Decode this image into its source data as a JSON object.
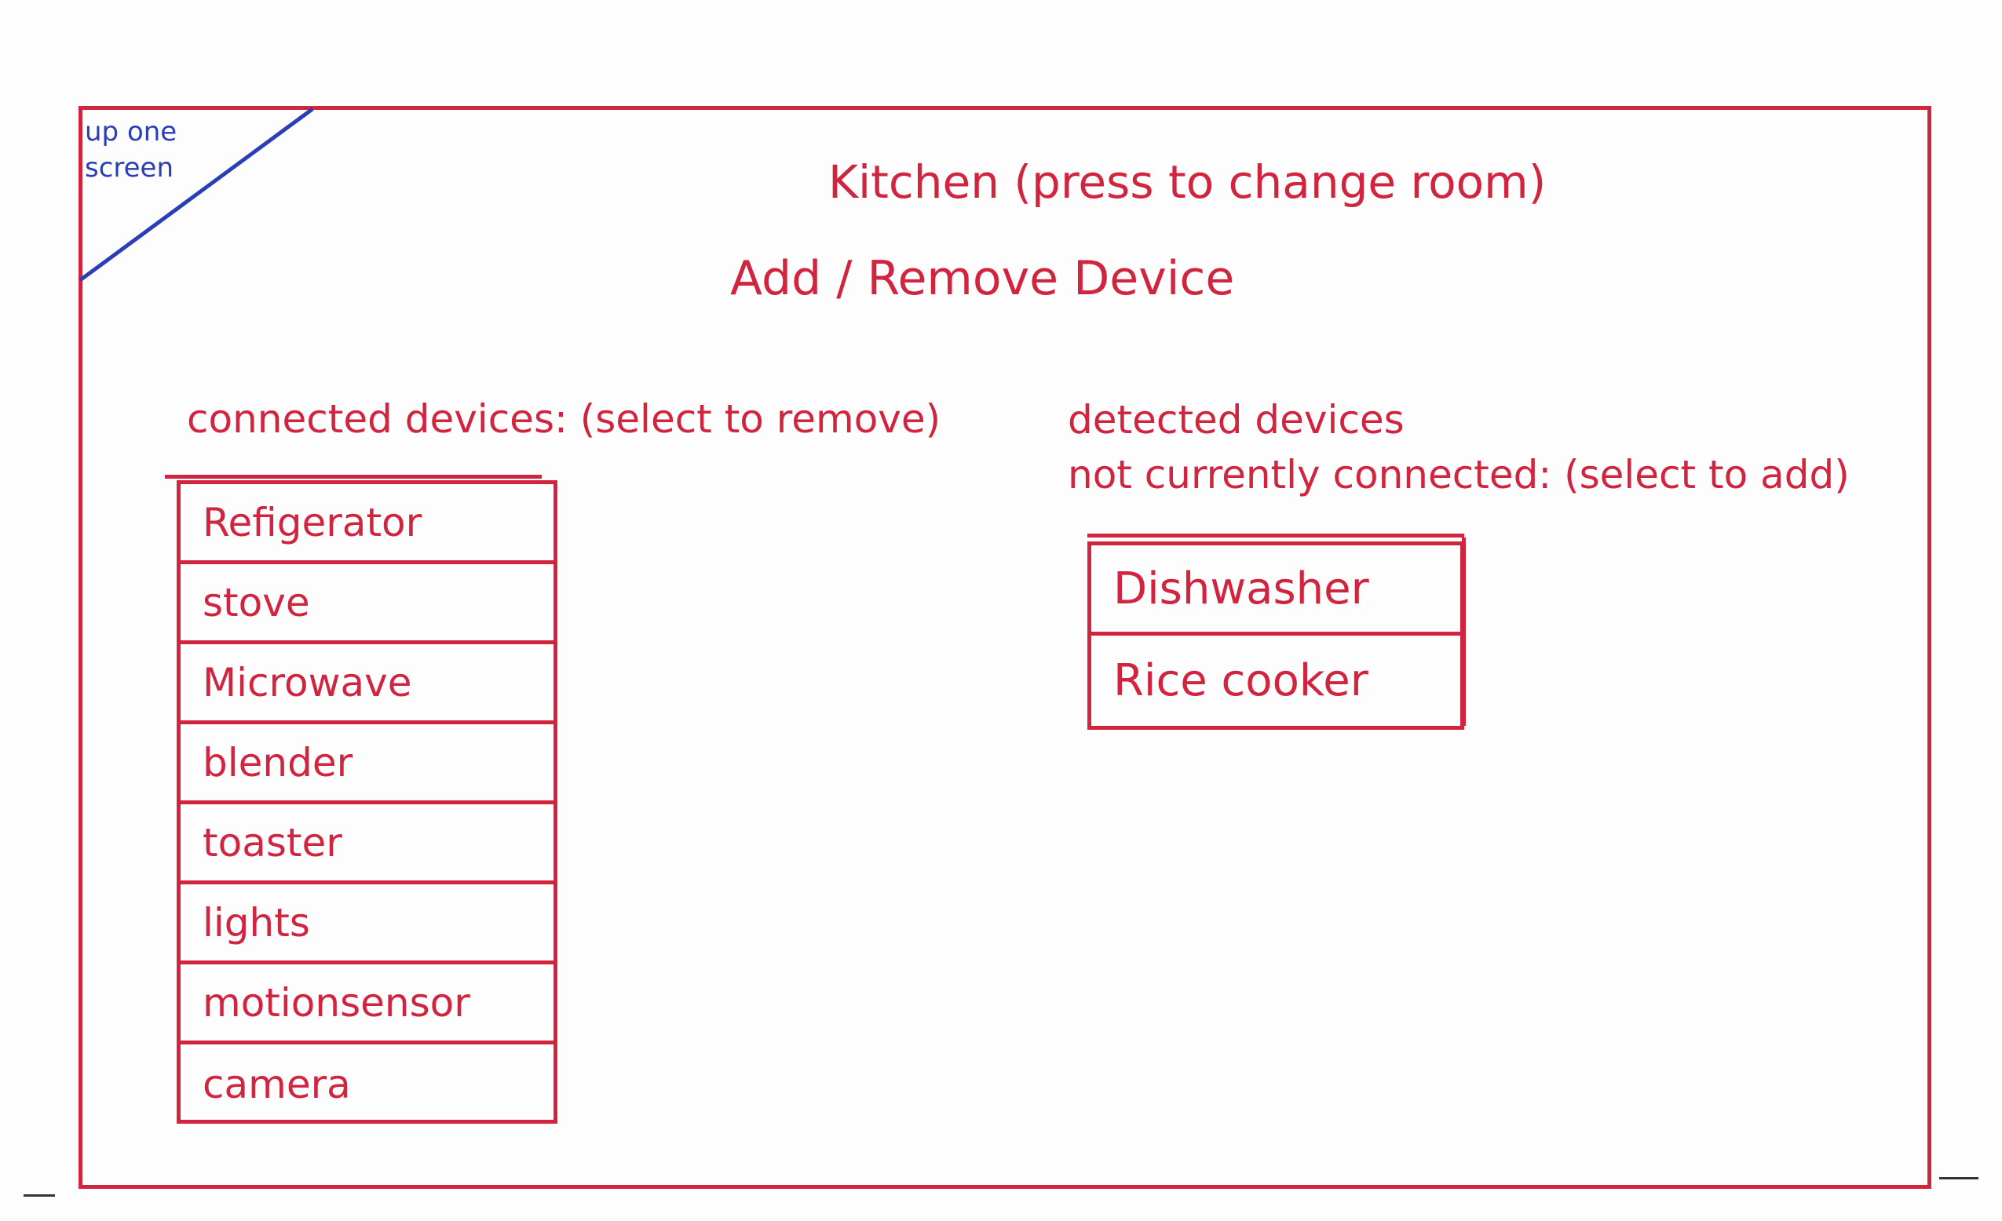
{
  "nav": {
    "up_label": "up one screen"
  },
  "header": {
    "room_title": "Kitchen (press to change room)",
    "section_title": "Add / Remove Device"
  },
  "connected": {
    "heading": "connected devices: (select to remove)",
    "items": [
      {
        "label": "Refigerator"
      },
      {
        "label": "stove"
      },
      {
        "label": "Microwave"
      },
      {
        "label": "blender"
      },
      {
        "label": "toaster"
      },
      {
        "label": "lights"
      },
      {
        "label": "motionsensor"
      },
      {
        "label": "camera"
      }
    ]
  },
  "detected": {
    "heading_line1": "detected devices",
    "heading_line2": "not currently connected: (select to add)",
    "items": [
      {
        "label": "Dishwasher"
      },
      {
        "label": "Rice cooker"
      }
    ]
  },
  "colors": {
    "ink_red": "#d0243f",
    "ink_blue": "#2a3fb5",
    "paper": "#fdfdfd"
  }
}
